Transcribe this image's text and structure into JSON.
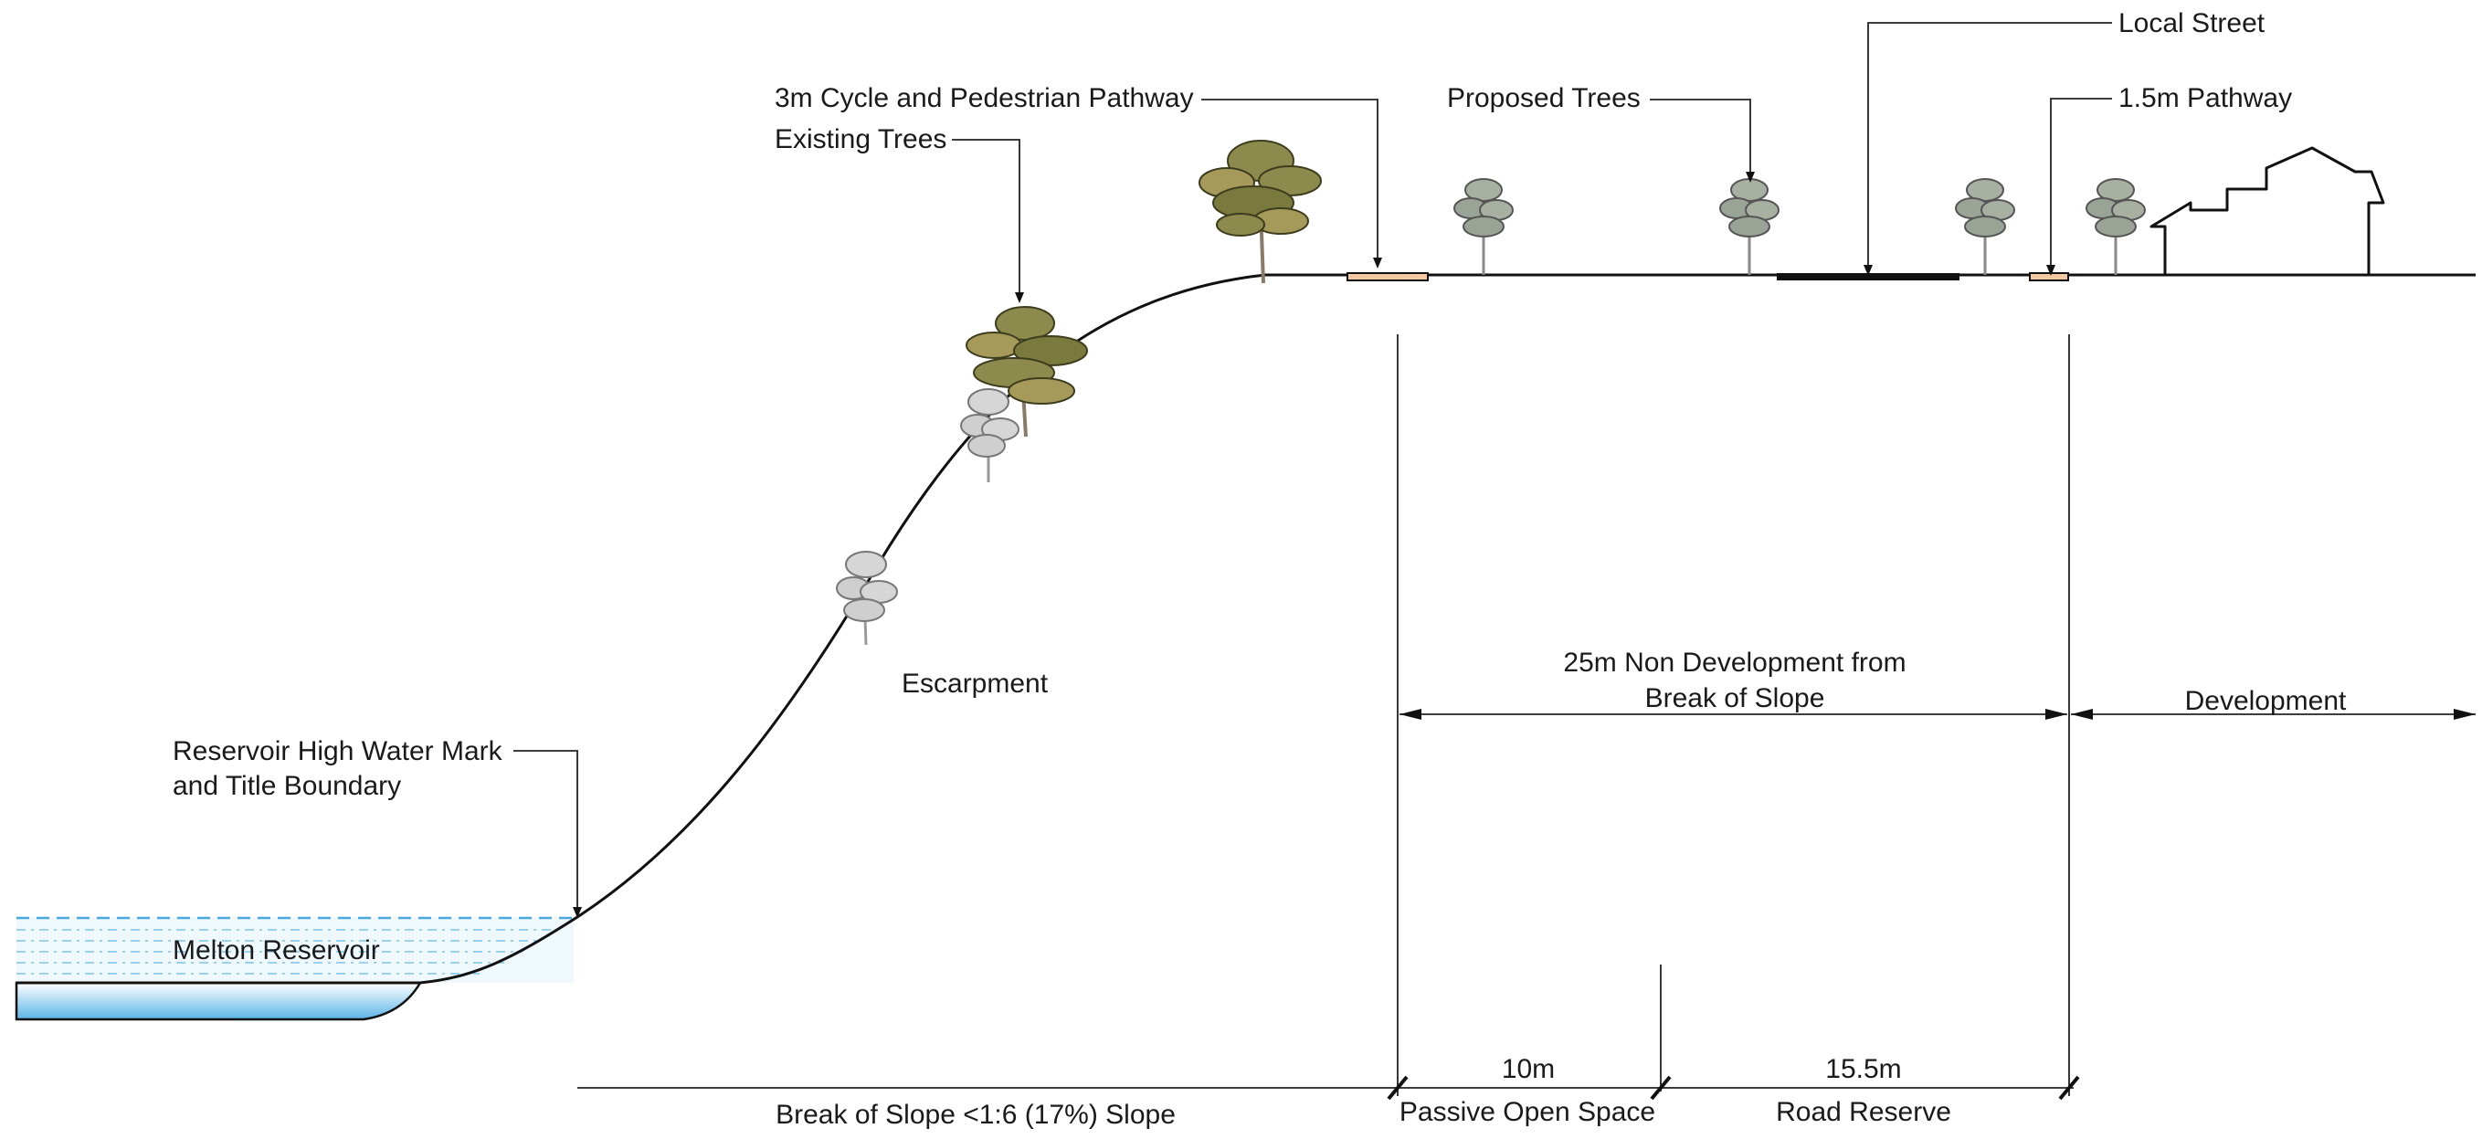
{
  "labels": {
    "local_street": "Local Street",
    "pathway_cycle": "3m Cycle and Pedestrian Pathway",
    "proposed_trees": "Proposed Trees",
    "pathway_1_5m": "1.5m Pathway",
    "existing_trees": "Existing Trees",
    "escarpment": "Escarpment",
    "non_dev_line1": "25m Non Development from",
    "non_dev_line2": "Break of Slope",
    "development": "Development",
    "high_water_line1": "Reservoir High Water Mark",
    "high_water_line2": "and Title Boundary",
    "reservoir": "Melton Reservoir",
    "dim_10m": "10m",
    "dim_15_5m": "15.5m",
    "break_of_slope": "Break of Slope <1:6 (17%) Slope",
    "passive_open_space": "Passive Open Space",
    "road_reserve": "Road Reserve"
  },
  "colors": {
    "line": "#111111",
    "water": "#5bb4e6",
    "water_light": "#e6f4fc",
    "existing_tree": "#8a8a4a",
    "proposed_tree": "#9aa496",
    "light_tree": "#bdbdbd",
    "path_fill": "#f2c9a0"
  }
}
